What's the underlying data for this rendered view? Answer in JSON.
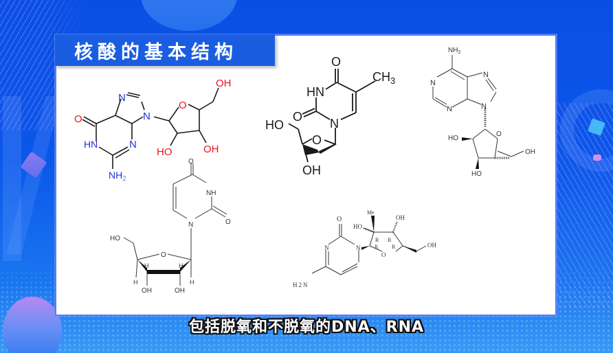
{
  "slide": {
    "title": "核酸的基本结构",
    "caption": "包括脱氧和不脱氧的DNA、RNA"
  },
  "colors": {
    "background": "#0a4fe3",
    "title_banner": "#1a5de0",
    "panel_border": "#5b78f0",
    "oxygen_label": "#e8141c",
    "nitrogen_label": "#1d2fe0",
    "bond": "#1a1a1a"
  },
  "molecules": [
    {
      "name": "guanosine",
      "labels": {
        "o_carbonyl": "O",
        "n7": "N",
        "n9": "N",
        "n1h": "HN",
        "n3": "N",
        "nh2": "NH",
        "nh2_sub": "2",
        "ring_o": "O",
        "oh_top": "OH",
        "oh_left": "HO",
        "oh_right": "OH"
      }
    },
    {
      "name": "thymidine",
      "labels": {
        "o_top": "O",
        "ch3": "CH",
        "ch3_sub": "3",
        "hn": "HN",
        "o_left": "O",
        "n1": "N",
        "ho": "HO",
        "ring_o": "O",
        "oh": "OH"
      }
    },
    {
      "name": "adenosine",
      "labels": {
        "nh2": "NH",
        "nh2_sub": "2",
        "n1": "N",
        "n3": "N",
        "n7": "N",
        "n9": "N",
        "ring_o": "O",
        "ho_left": "HO",
        "ho_bottom": "HO",
        "oh_right": "OH"
      }
    },
    {
      "name": "uridine",
      "labels": {
        "o_top": "O",
        "nh": "NH",
        "o_right": "O",
        "n1": "N",
        "ho": "HO",
        "ring_o": "O",
        "h1": "H",
        "h2": "H",
        "h3": "H",
        "h4": "H",
        "oh_left": "OH",
        "oh_right": "OH"
      }
    },
    {
      "name": "2'-C-methylcytidine",
      "labels": {
        "o": "O",
        "n3": "N",
        "n1": "N",
        "h2n": "H2N",
        "me": "Me",
        "ho": "HO",
        "oh_top": "OH",
        "oh_right": "OH",
        "ring_o": "O",
        "r1": "R",
        "r2": "R",
        "r3": "R",
        "r4": "R"
      }
    }
  ]
}
